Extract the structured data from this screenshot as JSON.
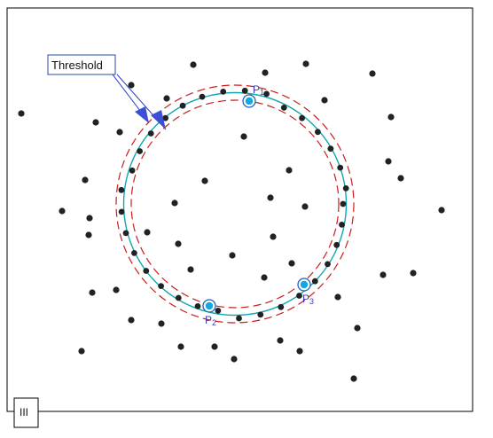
{
  "diagram": {
    "threshold_label": "Threshold",
    "points": [
      {
        "letter": "P",
        "sub": "1"
      },
      {
        "letter": "P",
        "sub": "2"
      },
      {
        "letter": "P",
        "sub": "3"
      }
    ],
    "panel_label": "III",
    "colors": {
      "fit_circle": "#10a8b0",
      "threshold_band": "#c81e1e",
      "highlight_point": "#12a9e0",
      "highlight_ring": "#1f5fbf",
      "arrow_fill": "#3d4fd4",
      "data_point": "#222222",
      "frame": "#000000"
    }
  }
}
